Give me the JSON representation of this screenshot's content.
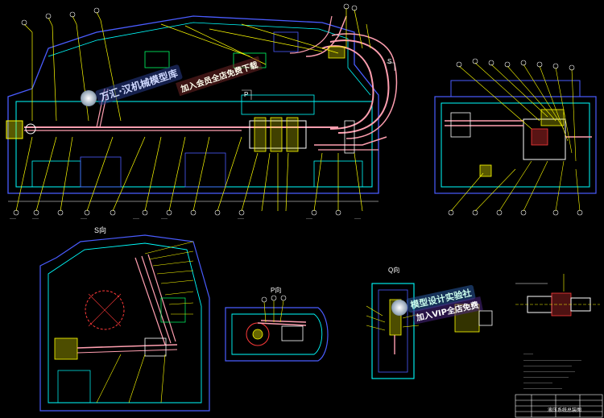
{
  "views": {
    "s_view_title": "S向",
    "p_view_title": "P向",
    "q_view_title": "Q向",
    "s_marker": "S",
    "p_marker": "P"
  },
  "watermarks": {
    "main_1": "万汇·汉机械模型库",
    "main_2": "加入会员全店免费下载",
    "right_1": "模型设计实验社",
    "right_2": "加入VIP全店免费"
  },
  "title_block": {
    "drawing_name": "液压系统总装图"
  },
  "colors": {
    "outline": "#00ffff",
    "pipe": "#ff9fb0",
    "leader": "#ffff00",
    "dims": "#ffffff",
    "body": "#4a5cff",
    "hatch": "#ff3a3a",
    "green": "#00ff66"
  }
}
